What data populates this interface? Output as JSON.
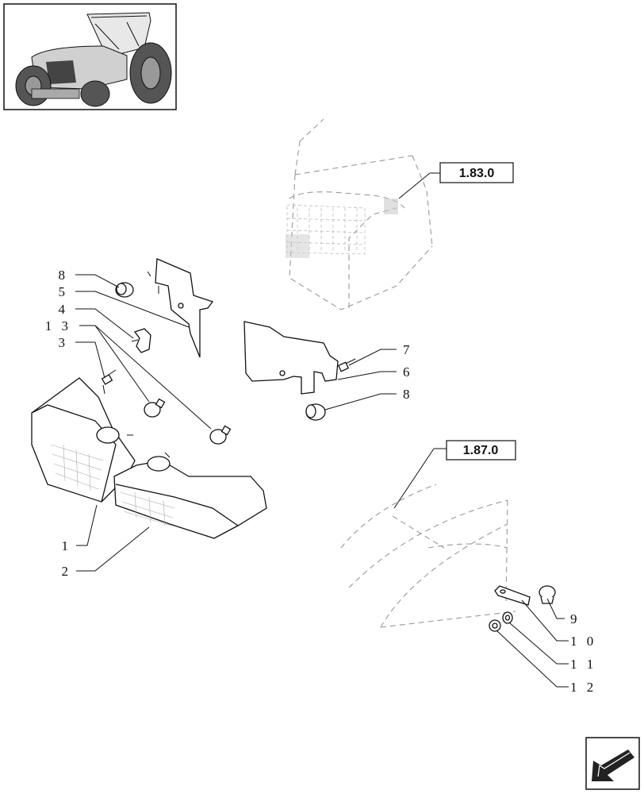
{
  "references": [
    {
      "id": "ref-1-83",
      "label": "1.83.0"
    },
    {
      "id": "ref-1-87",
      "label": "1.87.0"
    }
  ],
  "callouts": [
    {
      "id": "8a",
      "label": "8"
    },
    {
      "id": "5",
      "label": "5"
    },
    {
      "id": "4",
      "label": "4"
    },
    {
      "id": "13",
      "label": "1 3"
    },
    {
      "id": "3",
      "label": "3"
    },
    {
      "id": "7",
      "label": "7"
    },
    {
      "id": "6",
      "label": "6"
    },
    {
      "id": "8b",
      "label": "8"
    },
    {
      "id": "1",
      "label": "1"
    },
    {
      "id": "2",
      "label": "2"
    },
    {
      "id": "9",
      "label": "9"
    },
    {
      "id": "10",
      "label": "1 0"
    },
    {
      "id": "11",
      "label": "1 1"
    },
    {
      "id": "12",
      "label": "1 2"
    }
  ],
  "icons": {
    "thumbnail": "tractor-thumbnail-icon",
    "navigation": "next-page-arrow-icon"
  }
}
